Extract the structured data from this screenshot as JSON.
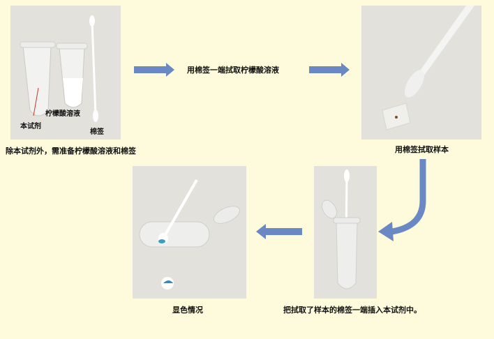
{
  "steps": [
    {
      "caption": "除本试剂外，需准备柠檬酸溶液和棉签",
      "labels": {
        "reagent": "本试剂",
        "citric": "柠檬酸溶液",
        "swab": "棉签"
      }
    },
    {
      "caption": "用棉签一端拭取柠檬酸溶液"
    },
    {
      "caption": "用棉签拭取样本"
    },
    {
      "caption": "把拭取了样本的棉签一端插入本试剂中。"
    },
    {
      "caption": "显色情况"
    }
  ],
  "colors": {
    "background": "#fefbdc",
    "arrow": "#6a88c4",
    "photo_bg": "#e3e1dc",
    "stain": "#3aa0b8"
  }
}
